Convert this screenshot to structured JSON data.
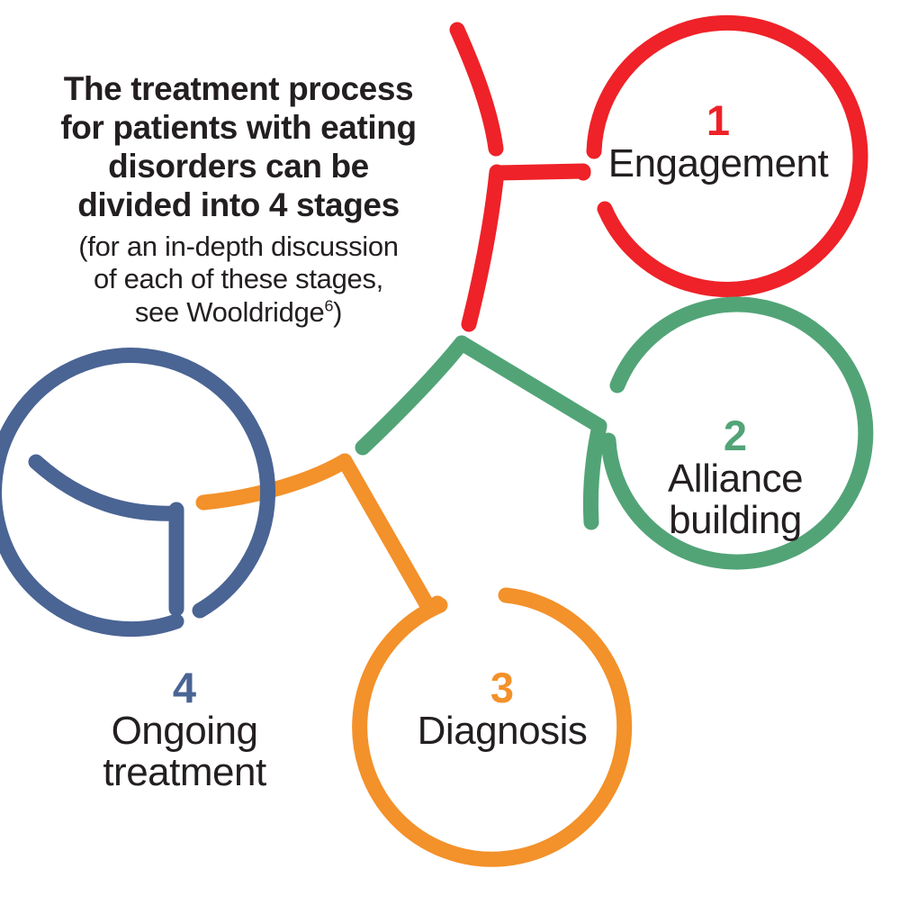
{
  "diagram": {
    "type": "process-flow",
    "title_block": {
      "headline": "The treatment process for patients with eating disorders can be divided into 4 stages",
      "headline_lines": [
        "The treatment process",
        "for patients with eating",
        "disorders can be",
        "divided into 4 stages"
      ],
      "subhead_lines": [
        "(for an in-depth discussion",
        "of each of these stages,",
        "see Wooldridge"
      ],
      "subhead_superscript": "6",
      "subhead_tail": ")"
    },
    "stages": [
      {
        "number": "1",
        "title": "Engagement",
        "title_lines": [
          "Engagement"
        ],
        "color": "#ee2228",
        "color_name": "red"
      },
      {
        "number": "2",
        "title": "Alliance building",
        "title_lines": [
          "Alliance",
          "building"
        ],
        "color": "#52a477",
        "color_name": "green"
      },
      {
        "number": "3",
        "title": "Diagnosis",
        "title_lines": [
          "Diagnosis"
        ],
        "color": "#f3912a",
        "color_name": "orange"
      },
      {
        "number": "4",
        "title": "Ongoing treatment",
        "title_lines": [
          "Ongoing",
          "treatment"
        ],
        "color": "#4a6494",
        "color_name": "blue"
      }
    ],
    "text_color": "#231f20",
    "background_color": "#ffffff"
  }
}
